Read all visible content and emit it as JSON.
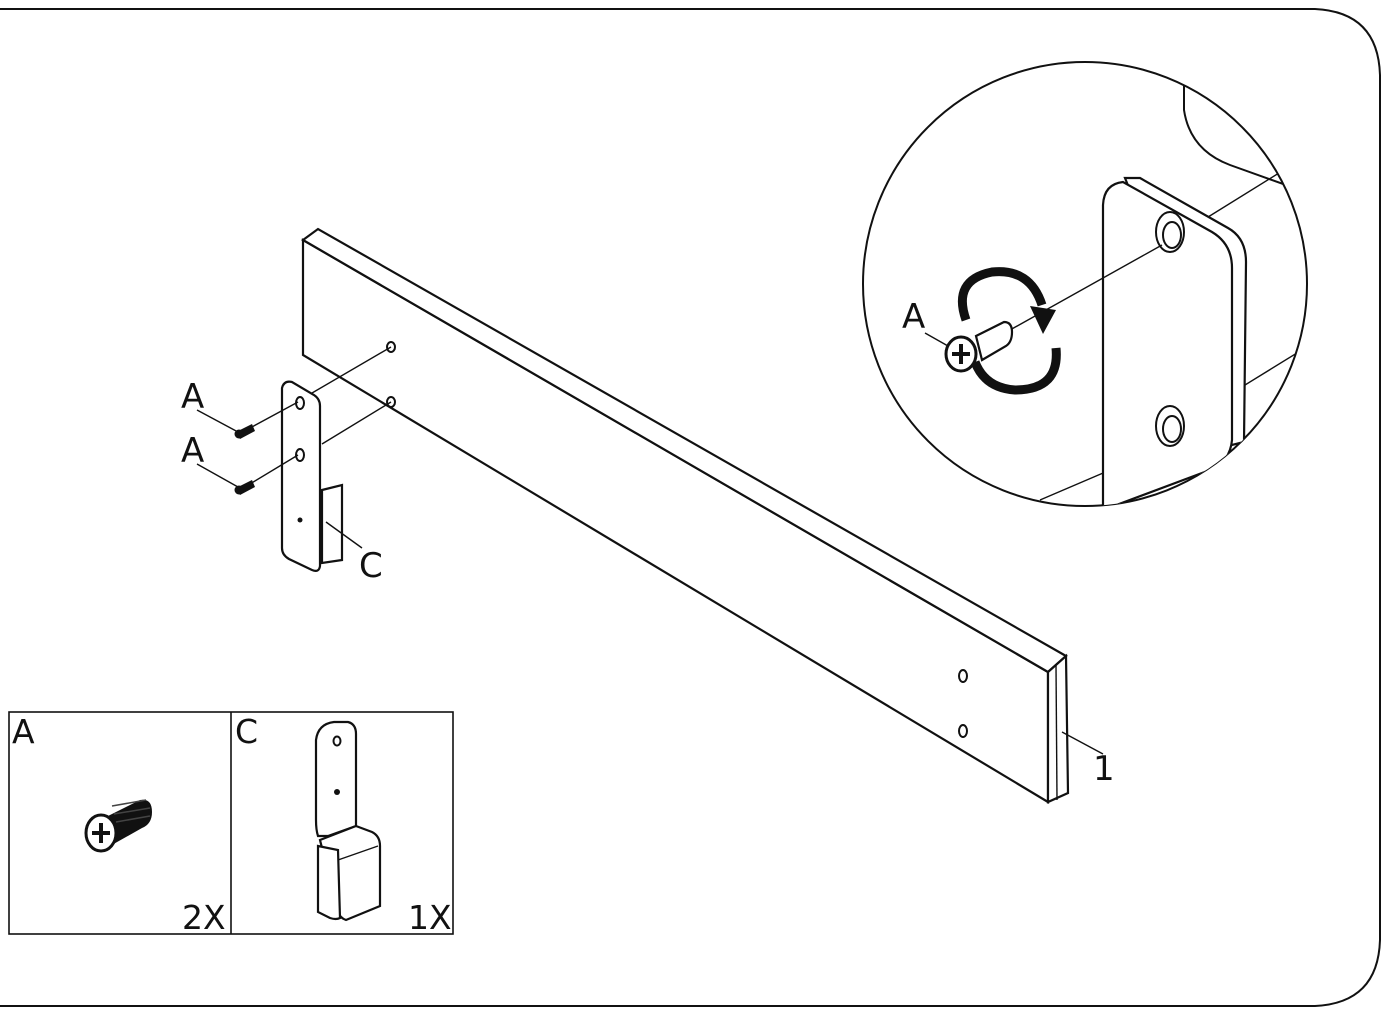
{
  "callouts": {
    "screw_upper": "A",
    "screw_lower": "A",
    "bracket": "C",
    "board": "1",
    "detail_screw": "A"
  },
  "parts_box": {
    "screw": {
      "letter": "A",
      "quantity": "2X",
      "icon": "screw-icon"
    },
    "bracket": {
      "letter": "C",
      "quantity": "1X",
      "icon": "bracket-icon"
    }
  },
  "detail": {
    "rotation_icon": "clockwise-arrow-icon"
  }
}
